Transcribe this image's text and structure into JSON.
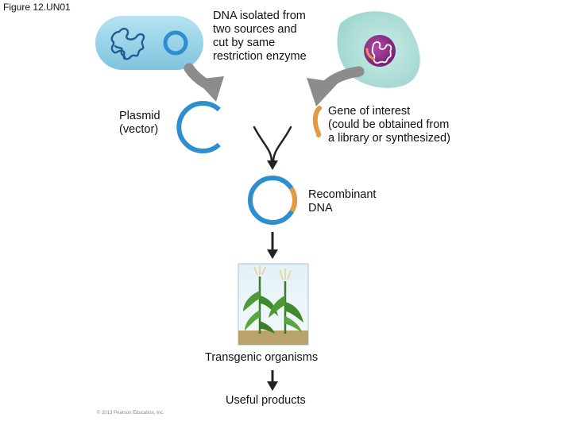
{
  "figure_label": "Figure 12.UN01",
  "dna_source_label": [
    "DNA isolated from",
    "two sources and",
    "cut by same",
    "restriction enzyme"
  ],
  "plasmid_label": [
    "Plasmid",
    "(vector)"
  ],
  "gene_label": [
    "Gene of interest",
    "(could be obtained from",
    "a library or synthesized)"
  ],
  "recombinant_label": [
    "Recombinant",
    "DNA"
  ],
  "transgenic_label": "Transgenic organisms",
  "products_label": "Useful products",
  "copyright": "© 2013 Pearson Education, Inc.",
  "colors": {
    "plasmid_blue": "#2e8fd0",
    "bacterium_fill": "#8ecfe6",
    "cell_fill": "#a8dcd6",
    "nucleus_purple": "#8a2a88",
    "gene_orange": "#e39a45",
    "arrow_gray": "#8c8c8c",
    "arrow_black": "#222222"
  }
}
